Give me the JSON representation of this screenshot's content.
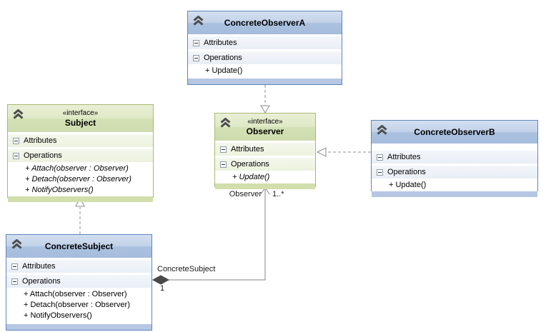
{
  "classes": [
    {
      "title": "ConcreteObserverA",
      "stereotype": "",
      "attributes_label": "Attributes",
      "operations_label": "Operations",
      "operations": [
        "+ Update()"
      ]
    },
    {
      "title": "Subject",
      "stereotype": "«interface»",
      "attributes_label": "Attributes",
      "operations_label": "Operations",
      "operations": [
        "+ Attach(observer : Observer)",
        "+ Detach(observer : Observer)",
        "+ NotifyObservers()"
      ]
    },
    {
      "title": "Observer",
      "stereotype": "«interface»",
      "attributes_label": "Attributes",
      "operations_label": "Operations",
      "operations": [
        "+ Update()"
      ]
    },
    {
      "title": "ConcreteObserverB",
      "stereotype": "",
      "attributes_label": "Attributes",
      "operations_label": "Operations",
      "operations": [
        "+ Update()"
      ]
    },
    {
      "title": "ConcreteSubject",
      "stereotype": "",
      "attributes_label": "Attributes",
      "operations_label": "Operations",
      "operations": [
        "+ Attach(observer : Observer)",
        "+ Detach(observer : Observer)",
        "+ NotifyObservers()"
      ]
    }
  ],
  "association": {
    "role_label": "Observer",
    "multiplicity": "1..*",
    "owner_label": "ConcreteSubject",
    "owner_multiplicity": "1"
  },
  "colors": {
    "class_header_blue": "#b4c7e3",
    "class_border_blue": "#5f86ba",
    "class_strip_blue": "#b6c6e3",
    "interface_header_green": "#d8e3ba",
    "interface_border_green": "#aab873",
    "interface_strip_green": "#d2deac",
    "edge_line_gray": "#868686",
    "composition_diamond": "#4a4a4a",
    "background": "#ffffff"
  }
}
